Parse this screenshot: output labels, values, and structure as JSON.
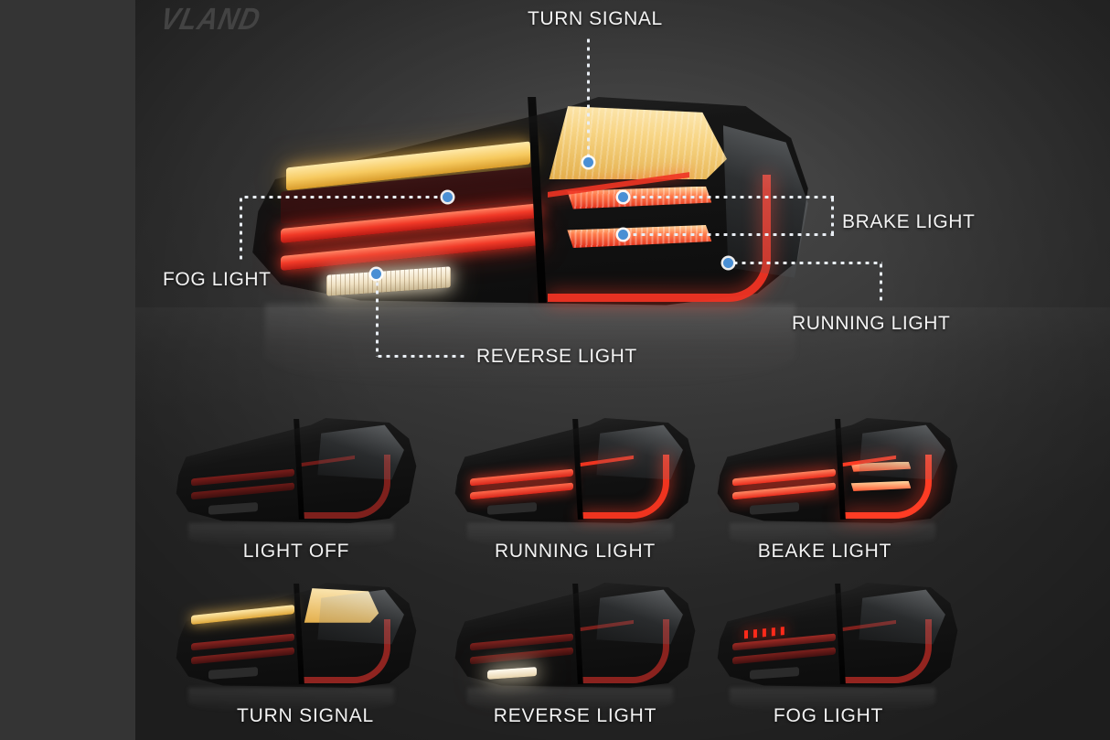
{
  "brand": {
    "watermark": "VLAND"
  },
  "hero": {
    "callouts": [
      {
        "id": "turn-signal",
        "label": "TURN SIGNAL"
      },
      {
        "id": "brake-light",
        "label": "BRAKE LIGHT"
      },
      {
        "id": "running-light",
        "label": "RUNNING LIGHT"
      },
      {
        "id": "fog-light",
        "label": "FOG LIGHT"
      },
      {
        "id": "reverse-light",
        "label": "REVERSE LIGHT"
      }
    ]
  },
  "modes": [
    {
      "id": "light-off",
      "label": "LIGHT OFF"
    },
    {
      "id": "running-light",
      "label": "RUNNING LIGHT"
    },
    {
      "id": "beake-light",
      "label": "BEAKE LIGHT"
    },
    {
      "id": "turn-signal",
      "label": "TURN SIGNAL"
    },
    {
      "id": "reverse-light",
      "label": "REVERSE LIGHT"
    },
    {
      "id": "fog-light",
      "label": "FOG LIGHT"
    }
  ],
  "colors": {
    "background": "#333333",
    "label_text": "#f2f2f2",
    "callout_dot": "#4a8fd4",
    "leader_line": "#e9eef4",
    "amber": "#f6c95e",
    "red_led": "#f23a28",
    "reverse_white": "#fffaef",
    "watermark": "#434343"
  }
}
